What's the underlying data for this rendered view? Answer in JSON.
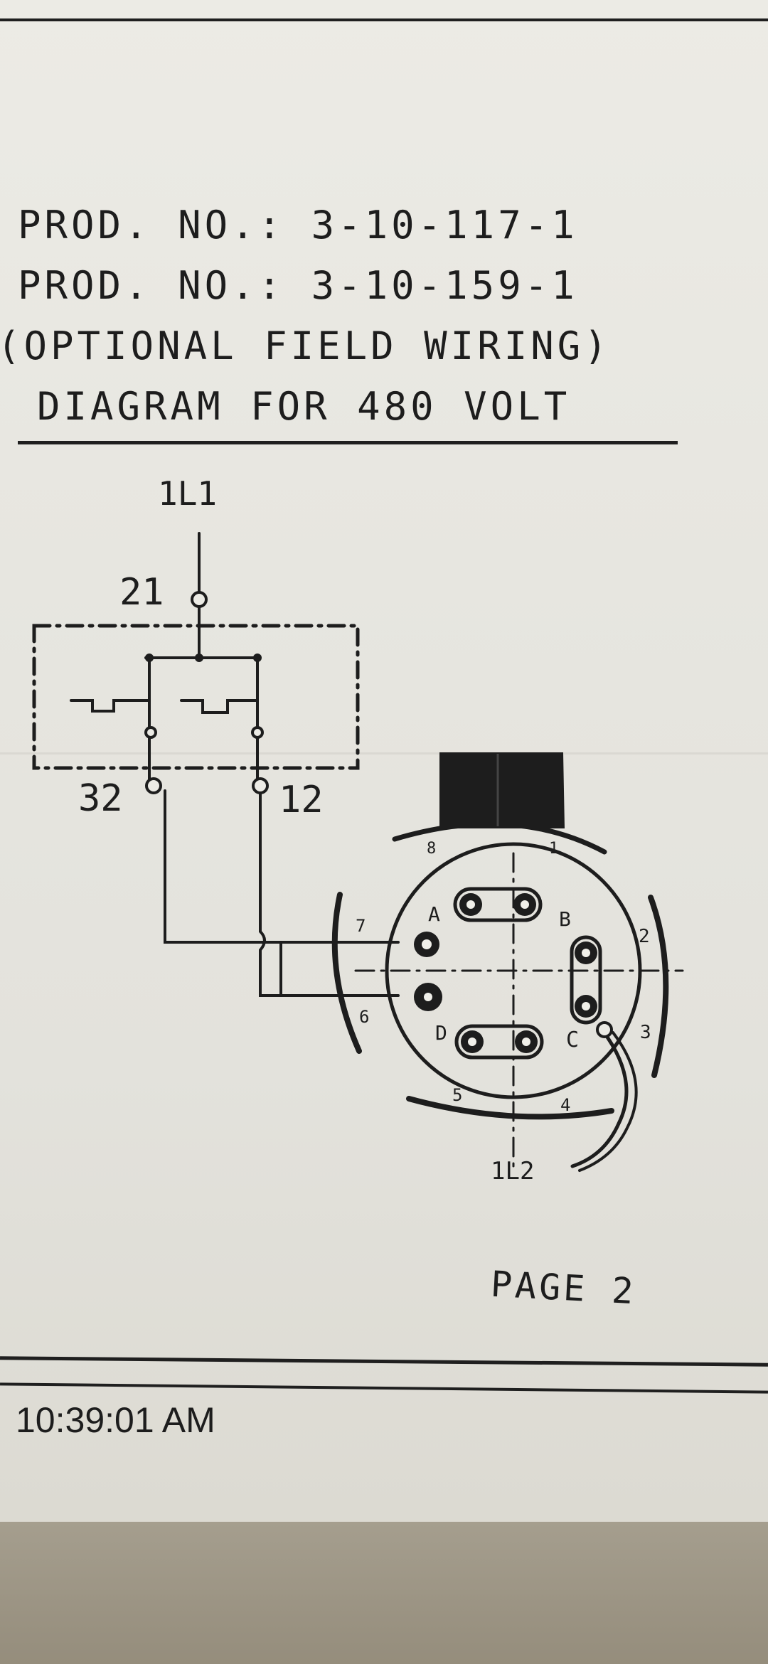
{
  "header": {
    "lines": [
      "PROD. NO.: 3-10-117-1",
      "PROD. NO.: 3-10-159-1",
      "(OPTIONAL FIELD WIRING)",
      "DIAGRAM FOR 480 VOLT"
    ]
  },
  "diagram": {
    "line_in": "1L1",
    "terminal_top": "21",
    "terminal_left": "32",
    "terminal_right": "12",
    "motor_terminals": [
      "8",
      "1",
      "2",
      "3",
      "4",
      "5",
      "6",
      "7"
    ],
    "motor_posts": [
      "A",
      "B",
      "C",
      "D"
    ],
    "line_out": "1L2"
  },
  "footer": {
    "page": "PAGE 2",
    "timestamp": "10:39:01 AM"
  },
  "colors": {
    "ink": "#1d1d1d",
    "paper": "#e7e5de"
  }
}
